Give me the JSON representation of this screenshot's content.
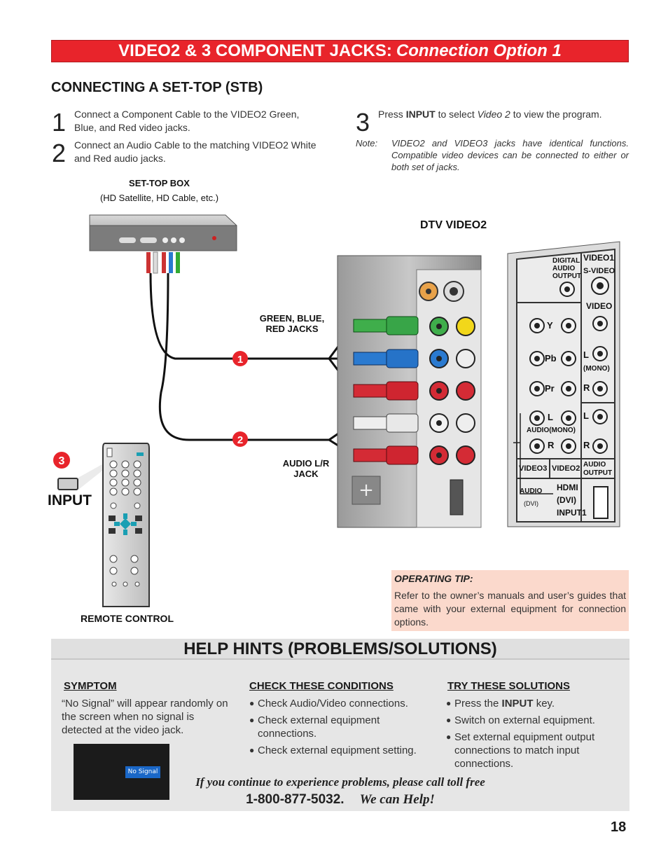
{
  "header": {
    "title_main": "VIDEO2 & 3 COMPONENT JACKS:",
    "title_italic": "Connection Option 1"
  },
  "section": {
    "heading": "CONNECTING A SET-TOP (STB)"
  },
  "steps": [
    {
      "num": "1",
      "text": "Connect a Component Cable to the VIDEO2 Green, Blue, and Red video jacks."
    },
    {
      "num": "2",
      "text": "Connect an Audio Cable to the matching VIDEO2 White and Red audio jacks."
    },
    {
      "num": "3",
      "text_before": "Press ",
      "bold": "INPUT",
      "text_mid": " to select ",
      "italic": "Video 2",
      "text_after": " to view the program."
    }
  ],
  "note": {
    "label": "Note:",
    "text": "VIDEO2 and VIDEO3 jacks have identical functions. Compatible video devices can be connected to either or both set of jacks."
  },
  "diagram": {
    "stb_label": "SET-TOP BOX",
    "stb_sub": "(HD Satellite, HD Cable, etc.)",
    "dtv_label": "DTV VIDEO2",
    "green_blue_red": "GREEN, BLUE, RED JACKS",
    "audio_lr": "AUDIO L/R JACK",
    "input_label": "INPUT",
    "remote_label": "REMOTE CONTROL",
    "badge1": "1",
    "badge2": "2",
    "badge3": "3",
    "panel": {
      "digital": "DIGITAL",
      "audio": "AUDIO",
      "output": "OUTPUT",
      "video1": "VIDEO1",
      "svideo": "S-VIDEO",
      "video": "VIDEO",
      "y": "Y",
      "pb": "Pb",
      "pr": "Pr",
      "l": "L",
      "r": "R",
      "mono": "(MONO)",
      "audio_mono": "AUDIO(MONO)",
      "video3": "VIDEO3",
      "video2": "VIDEO2",
      "audio_output": "AUDIO OUTPUT",
      "audio_dvi": "AUDIO",
      "dvi": "(DVI)",
      "hdmi": "HDMI",
      "hdmi_dvi": "(DVI)",
      "input1": "INPUT1"
    }
  },
  "tip": {
    "heading": "OPERATING TIP:",
    "text": "Refer to the owner’s manuals and user’s guides that came with your external equipment for connection options."
  },
  "help": {
    "heading": "HELP HINTS (PROBLEMS/SOLUTIONS)",
    "symptom_head": "SYMPTOM",
    "symptom_text": "“No Signal” will appear randomly on the screen when no signal is detected at the video jack.",
    "screen_text": "No Signal",
    "check_head": "CHECK THESE CONDITIONS",
    "checks": [
      "Check Audio/Video connections.",
      "Check external equipment connections.",
      "Check external equipment setting."
    ],
    "solution_head": "TRY THESE SOLUTIONS",
    "solution1_before": "Press the ",
    "solution1_bold": "INPUT",
    "solution1_after": " key.",
    "solutions": [
      "Switch on external equipment.",
      "Set external equipment output connections to match input connections."
    ],
    "callout_line1": "If you continue to experience problems, please call toll free",
    "phone": "1-800-877-5032.",
    "we_help": "We can Help!"
  },
  "page_number": "18"
}
